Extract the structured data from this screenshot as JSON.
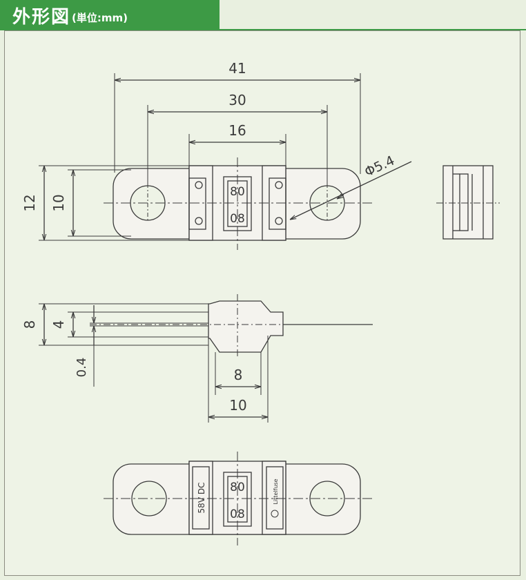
{
  "header": {
    "title": "外形図",
    "unit": "(単位:mm)"
  },
  "colors": {
    "header_bg": "#3d9a45",
    "panel_bg": "#eef3e6",
    "line": "#3a3a3a",
    "body_fill": "#f4f3ee"
  },
  "drawing": {
    "top_view": {
      "dim_overall": "41",
      "dim_hole_pitch": "30",
      "dim_body": "16",
      "dim_height_outer": "12",
      "dim_height_inner": "10",
      "dim_hole_diameter": "Φ5.4",
      "window_text_top": "80",
      "window_text_bottom": "08"
    },
    "side_view": {
      "dim_body_height": "8",
      "dim_mid_height": "4",
      "dim_terminal_thickness": "0.4",
      "dim_width_inner": "8",
      "dim_width_outer": "10"
    },
    "bottom_view": {
      "rating_text": "58V DC",
      "window_text_top": "80",
      "window_text_bottom": "08",
      "brand_text": "Littelfuse"
    }
  }
}
